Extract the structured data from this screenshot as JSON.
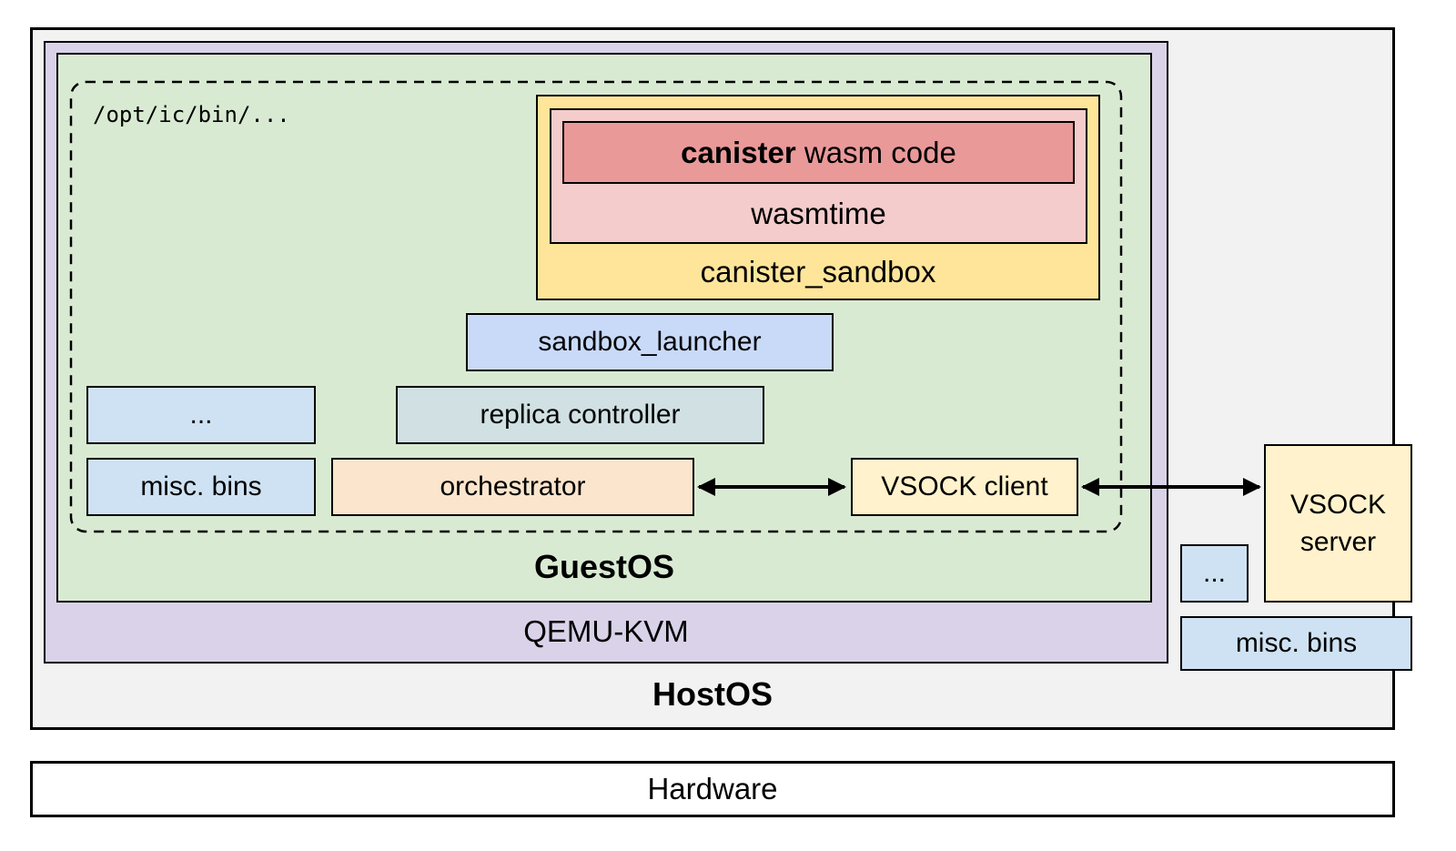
{
  "palette": {
    "page-bg": "#ffffff",
    "host-bg": "#f2f2f2",
    "hardware-bg": "#ffffff",
    "qemu-bg": "#d9d2e9",
    "guest-bg": "#d9ead3",
    "sandbox-yellow": "#ffe599",
    "wasmtime-pink": "#f4cccc",
    "canister-red": "#ea9999",
    "launcher-blue": "#c9daf8",
    "misc-blue": "#cfe2f3",
    "replica-cyan": "#d0e0e3",
    "orchestrator-peach": "#fce5cd",
    "vsock-cream": "#fff2cc",
    "line-color": "#000000"
  },
  "diagram": {
    "hardware": {
      "label": "Hardware"
    },
    "hostos": {
      "label": "HostOS",
      "qemu_kvm": {
        "label": "QEMU-KVM",
        "guestos": {
          "label": "GuestOS",
          "opt_ic_bin": {
            "path_label": "/opt/ic/bin/...",
            "canister_sandbox": {
              "label": "canister_sandbox"
            },
            "wasmtime": {
              "label": "wasmtime"
            },
            "canister_wasm_code": {
              "label_bold": "canister",
              "label_rest": " wasm code"
            },
            "sandbox_launcher": {
              "label": "sandbox_launcher"
            },
            "ellipsis": {
              "label": "..."
            },
            "replica_controller": {
              "label": "replica controller"
            },
            "misc_bins": {
              "label": "misc. bins"
            },
            "orchestrator": {
              "label": "orchestrator"
            },
            "vsock_client": {
              "label": "VSOCK client"
            }
          }
        }
      },
      "vsock_server": {
        "label": "VSOCK server"
      },
      "ellipsis": {
        "label": "..."
      },
      "misc_bins": {
        "label": "misc. bins"
      }
    }
  }
}
